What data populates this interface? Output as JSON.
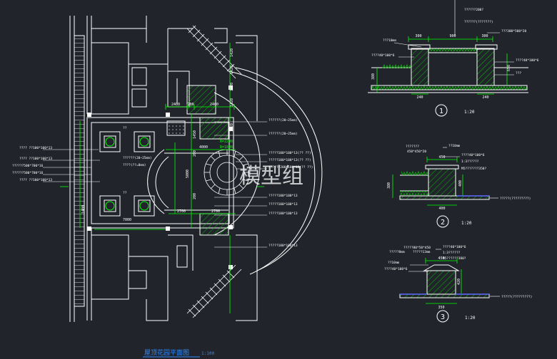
{
  "colors": {
    "background": "#21252b",
    "wall": "#ffffff",
    "dim": "#00ff00",
    "text": "#ffffff",
    "title": "#2e8bff",
    "hatch": "#00c000",
    "blue": "#5f6bff"
  },
  "plan": {
    "title": "屋顶花园平面图",
    "scale": "1:100",
    "dims_top": [
      "2400",
      "200",
      "2400"
    ],
    "dims_mid": [
      "4000"
    ],
    "dims_bottom": [
      "7000",
      "2700",
      "2700"
    ],
    "dims_vertical": [
      "1420",
      "1420",
      "1420",
      "1420",
      "1450",
      "1420",
      "200",
      "5000",
      "200",
      "1400"
    ],
    "radius_labels": [
      "R=2200",
      "R=1800"
    ],
    "left_notes": [
      "???? ??100*100*13",
      "???? ??100*100*13",
      "??????500*700*16",
      "??????500*700*16",
      "???? ??100*100*13"
    ],
    "right_notes": [
      "??????(20~25mm)",
      "??????(20~25mm)",
      "?????100*100*13(?? ??)",
      "?????100*100*13(?? ??)",
      "??????200*100*13(?? ??)",
      "?????100*100*13",
      "?????100*100*13",
      "?????100*100*13",
      "?????100*100*13"
    ],
    "inner_notes": [
      "??????(20~25mm)",
      "????(??=8mm)",
      "??",
      "??"
    ],
    "watermark": "模型组"
  },
  "detail1": {
    "top_notes": [
      "??????200?",
      "??????(???????)"
    ],
    "dims_top": [
      "300",
      "900",
      "300"
    ],
    "left_notes": [
      "???10mm",
      "????40*100*6"
    ],
    "right_notes": [
      "???300*500*20",
      "????40*100*6",
      "???"
    ],
    "dims_bottom": [
      "240",
      "240"
    ],
    "dims_side": [
      "380",
      "650"
    ],
    "number": "1",
    "scale": "1:20"
  },
  "detail2": {
    "top_notes": [
      "???????",
      "450*450*20",
      "??10mm"
    ],
    "right_notes": [
      "????40*100*6",
      "1:3??????",
      "M5???????350?"
    ],
    "dims": [
      "450",
      "400",
      "380",
      "400"
    ],
    "bottom_note": "?????(?????????)",
    "number": "2",
    "scale": "1:20"
  },
  "detail3": {
    "top_notes": [
      "?????80*50*450",
      "?????8mm",
      "?????13mm"
    ],
    "right_notes": [
      "????40*100*6",
      "1:3??????",
      "M5??????380?"
    ],
    "left_notes": [
      "??10mm",
      "????40*100*6"
    ],
    "dims": [
      "450",
      "420",
      "350"
    ],
    "bottom_note": "?????(?????????)",
    "number": "3",
    "scale": "1:20"
  }
}
